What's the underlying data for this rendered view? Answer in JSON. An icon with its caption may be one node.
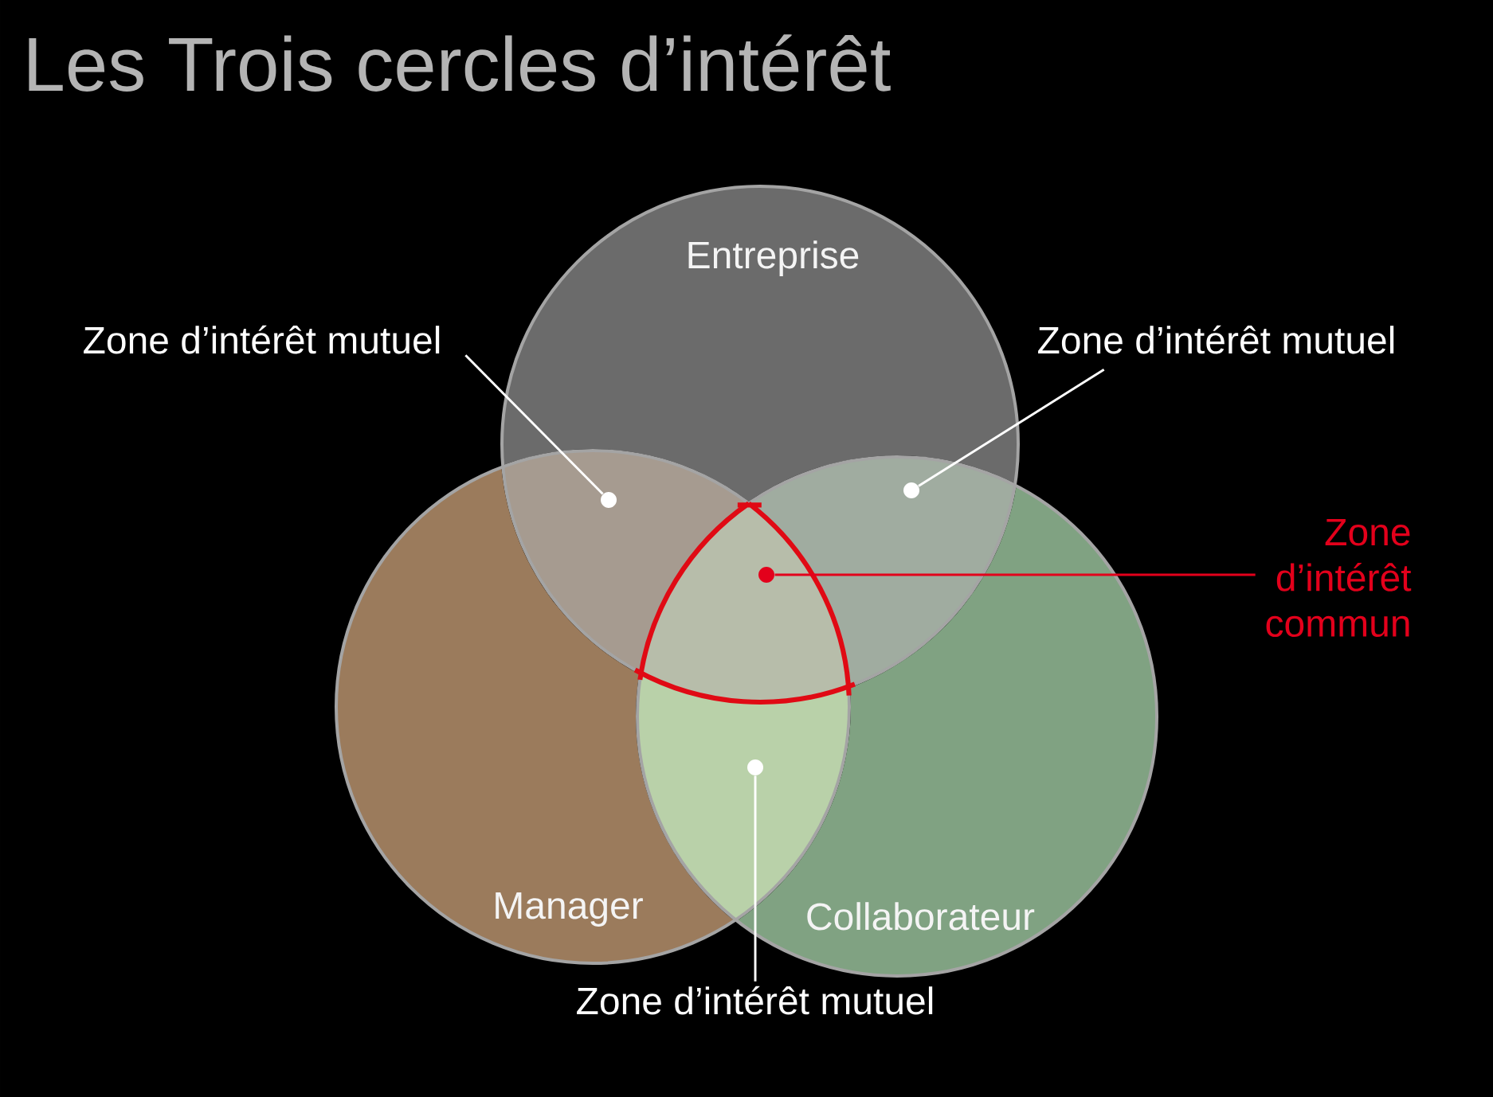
{
  "diagram": {
    "title": "Les Trois cercles d’intérêt",
    "nodes": [
      {
        "text": [
          "Entreprise"
        ]
      },
      {
        "text": [
          "Manager"
        ]
      },
      {
        "text": [
          "Collaborateur"
        ]
      },
      {
        "text": [
          "Zone d’intérêt mutuel"
        ]
      },
      {
        "text": [
          "Zone d’intérêt mutuel"
        ]
      },
      {
        "text": [
          "Zone d’intérêt commun"
        ]
      },
      {
        "text": [
          "Zone d’intérêt mutuel"
        ]
      },
      {
        "text": [],
        "shape": "dot"
      },
      {
        "text": [],
        "shape": "dot"
      },
      {
        "text": [],
        "shape": "dot"
      },
      {
        "text": [],
        "shape": "dot"
      }
    ],
    "edges": [
      {
        "from": 3,
        "to": 7,
        "arrow": "none"
      },
      {
        "from": 4,
        "to": 8,
        "arrow": "none"
      },
      {
        "from": 5,
        "to": 9,
        "arrow": "none",
        "color": "#e3001b"
      },
      {
        "from": 6,
        "to": 10,
        "arrow": "none"
      }
    ]
  }
}
